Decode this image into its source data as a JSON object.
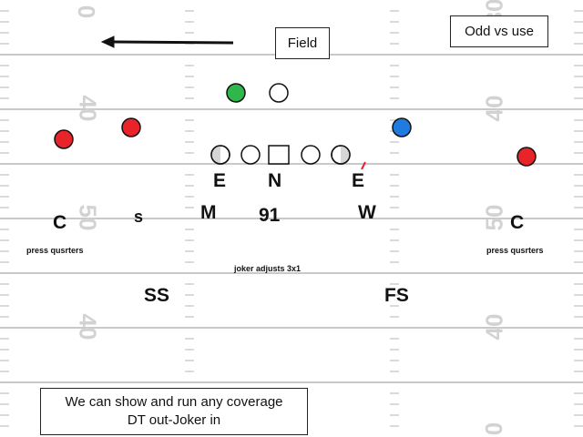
{
  "title_box": "Field",
  "odd_box": "Odd vs use",
  "note": {
    "line1": "We can show and run any coverage",
    "line2": "DT out-Joker in"
  },
  "yard_numbers": {
    "left_top": "0",
    "left_40a": "40",
    "left_50": "50",
    "left_40b": "40",
    "right_30": "30",
    "right_40a": "40",
    "right_50": "50",
    "right_40b": "40",
    "right_0": "0"
  },
  "defense": {
    "E1": "E",
    "N": "N",
    "E2": "E",
    "M": "M",
    "nine_one": "91",
    "W": "W",
    "C_left": "C",
    "s": "s",
    "C_right": "C",
    "SS": "SS",
    "FS": "FS"
  },
  "notes": {
    "press_left": "press qusrters",
    "press_right": "press qusrters",
    "joker": "joker adjusts 3x1"
  },
  "colors": {
    "green": "#2eb84b",
    "red": "#e8232a",
    "blue": "#1f7be0",
    "line": "#c8c8c8"
  }
}
